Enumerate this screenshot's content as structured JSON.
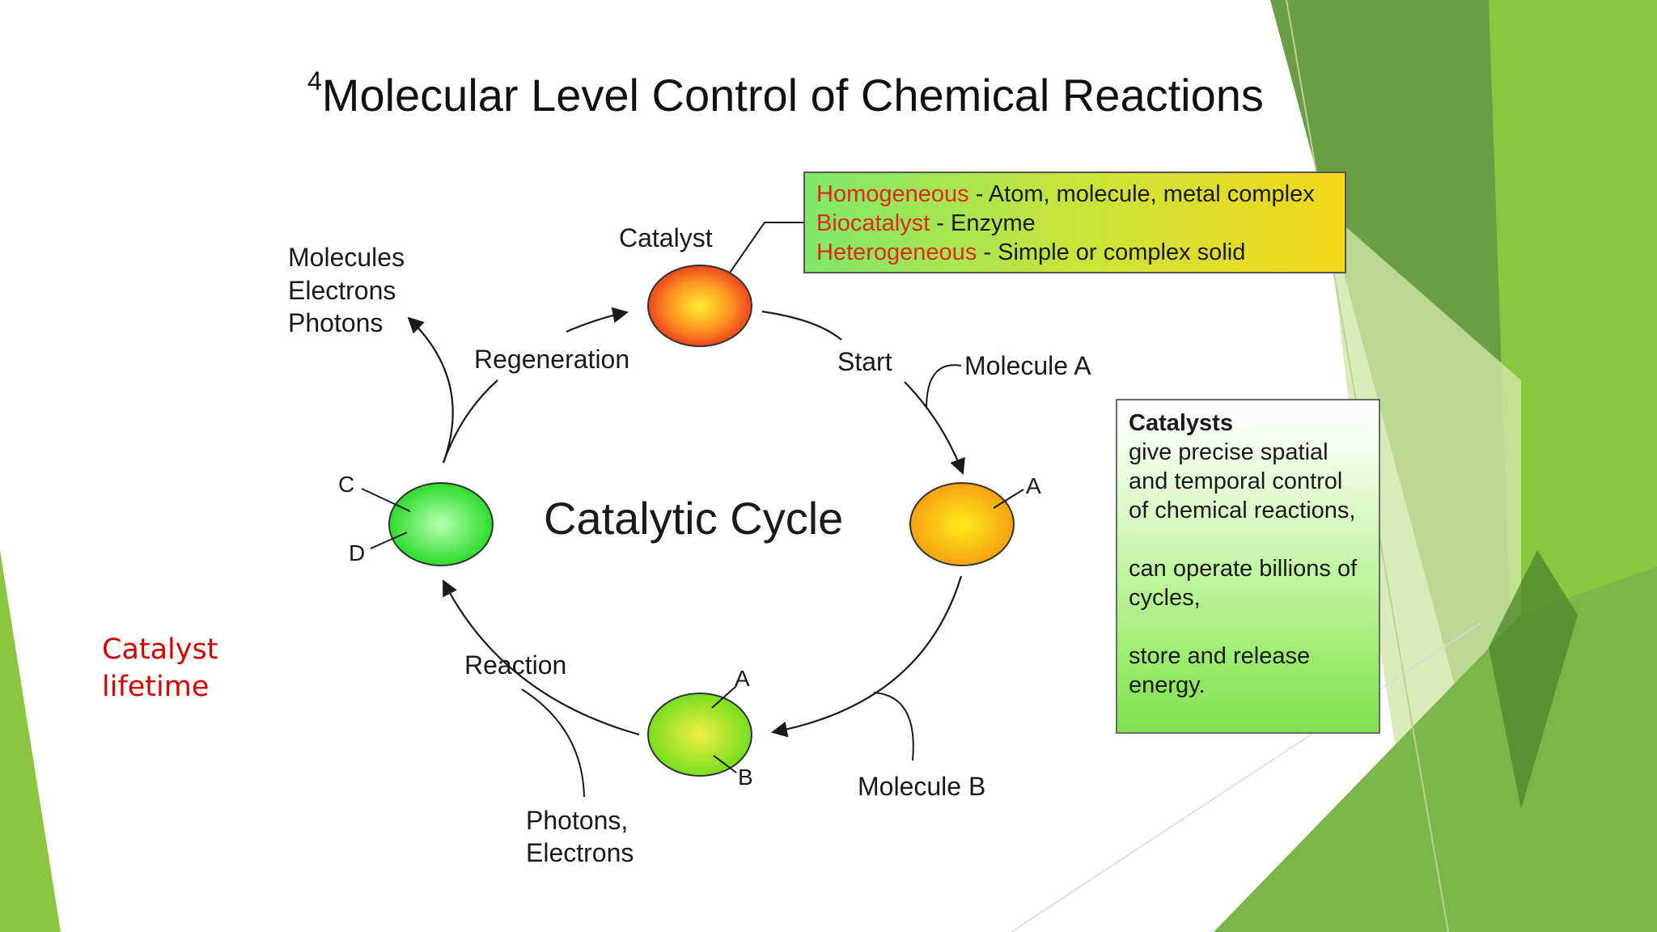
{
  "slide": {
    "title_superscript": "4",
    "title": "Molecular Level Control of Chemical Reactions",
    "side_label_line1": "Catalyst",
    "side_label_line2": "lifetime"
  },
  "diagram": {
    "center_label": "Catalytic Cycle",
    "nodes": {
      "catalyst": "Catalyst",
      "node_a_label": "A",
      "node_ab_label_a": "A",
      "node_ab_label_b": "B",
      "node_cd_label_c": "C",
      "node_cd_label_d": "D"
    },
    "arrows": {
      "start": "Start",
      "regeneration": "Regeneration",
      "reaction": "Reaction"
    },
    "inputs": {
      "molecule_a": "Molecule A",
      "molecule_b": "Molecule B",
      "photons_electrons_line1": "Photons,",
      "photons_electrons_line2": "Electrons"
    },
    "outputs": {
      "line1": "Molecules",
      "line2": "Electrons",
      "line3": "Photons"
    }
  },
  "types_box": {
    "rows": [
      {
        "term": "Homogeneous",
        "desc": " - Atom, molecule, metal complex"
      },
      {
        "term": "Biocatalyst",
        "desc": " - Enzyme"
      },
      {
        "term": "Heterogeneous",
        "desc": " - Simple or complex solid"
      }
    ]
  },
  "catalysts_box": {
    "heading": "Catalysts",
    "para1": [
      "give precise spatial",
      "and temporal control",
      "of chemical reactions,"
    ],
    "para2": [
      "can operate billions of",
      "cycles,"
    ],
    "para3": [
      "store and release",
      "energy."
    ]
  },
  "colors": {
    "term_red": "#e0281c",
    "side_label_red": "#d40000",
    "green_dark": "#5a9e2e",
    "green_light": "#8cc63f"
  }
}
